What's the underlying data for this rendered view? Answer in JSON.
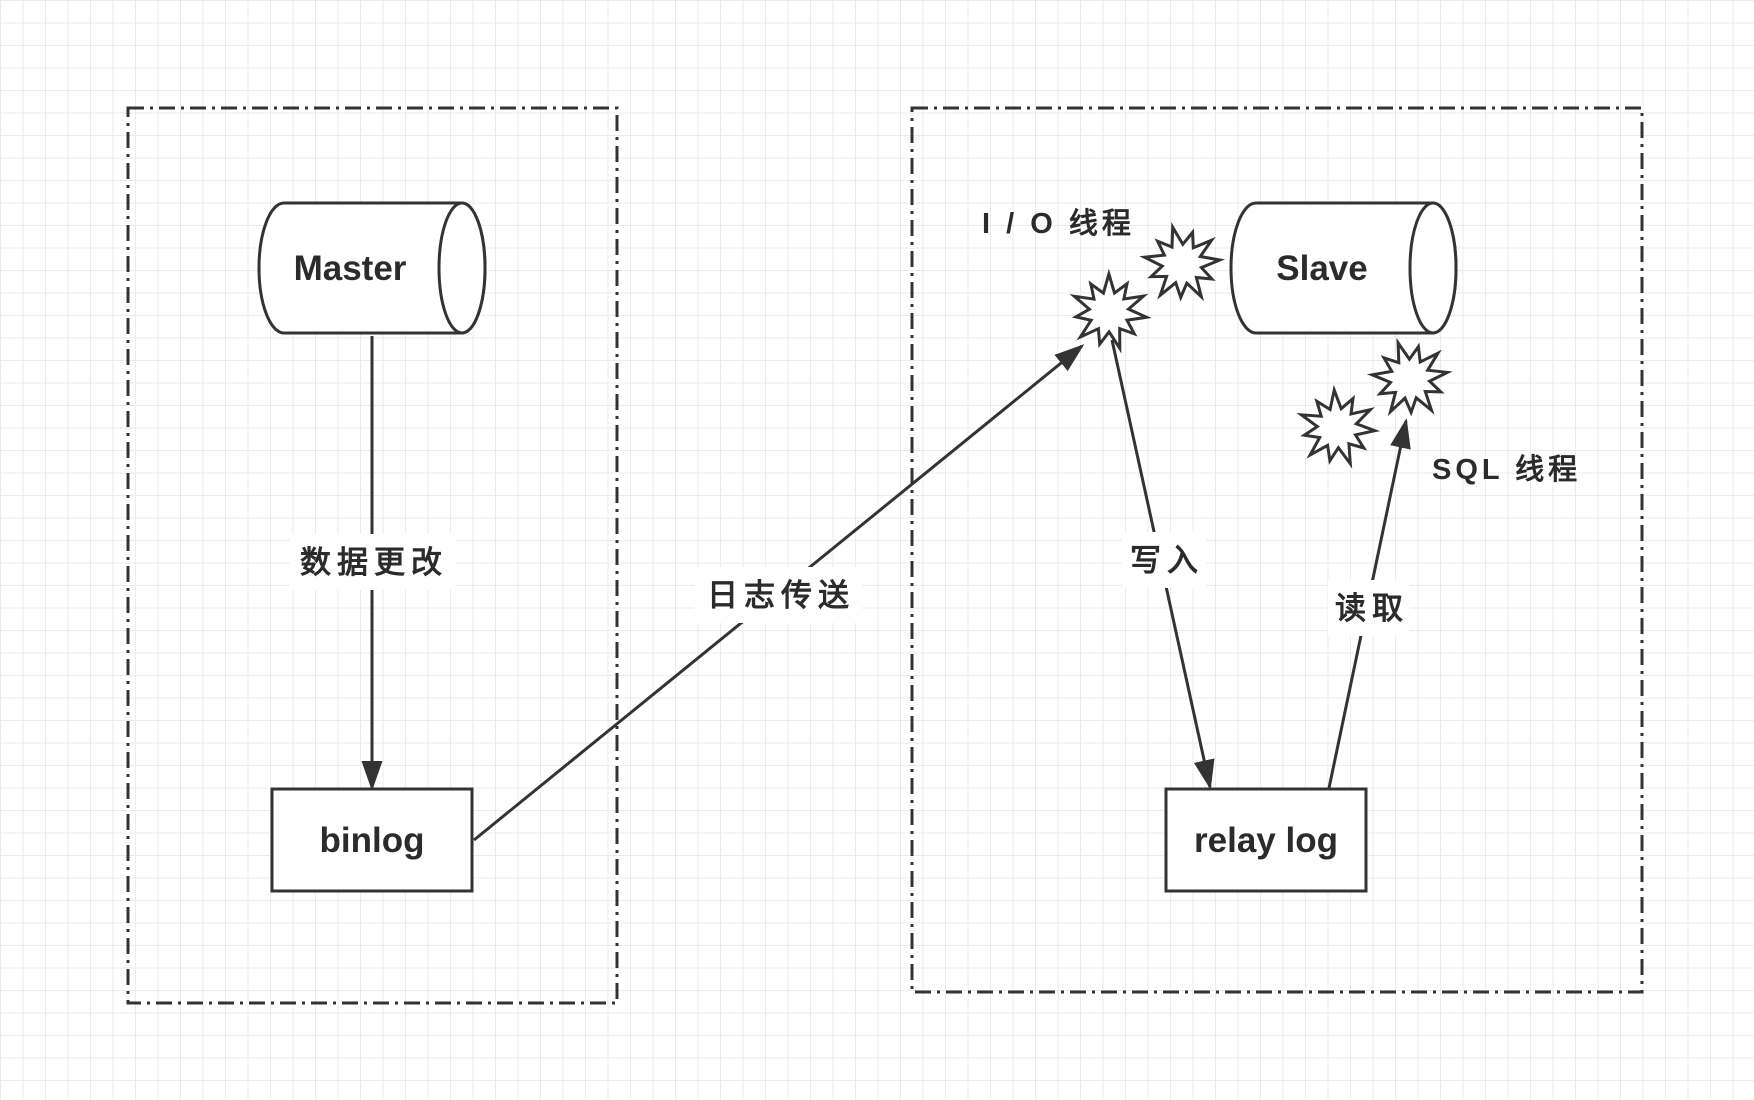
{
  "nodes": {
    "master": "Master",
    "slave": "Slave",
    "binlog": "binlog",
    "relay_log": "relay log"
  },
  "edges": {
    "data_change": "数据更改",
    "log_transfer": "日志传送",
    "write": "写入",
    "read": "读取"
  },
  "threads": {
    "io_thread": "I / O 线程",
    "sql_thread": "SQL 线程"
  },
  "colors": {
    "stroke": "#333333",
    "grid": "#ebebeb",
    "background": "#ffffff"
  }
}
